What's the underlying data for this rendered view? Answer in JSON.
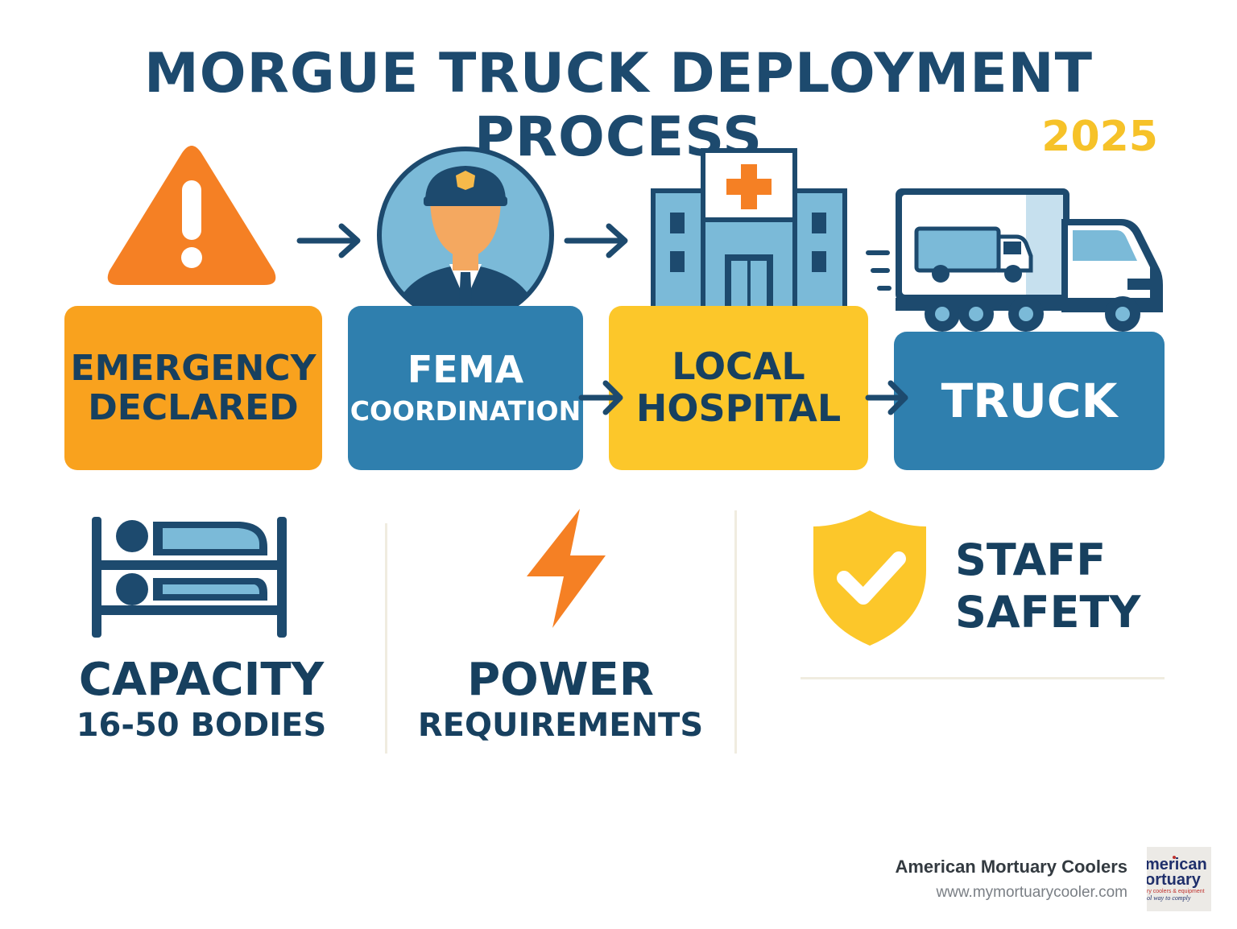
{
  "title": "MORGUE TRUCK DEPLOYMENT PROCESS",
  "year": "2025",
  "steps": [
    {
      "line1": "EMERGENCY",
      "line2": "DECLARED",
      "icon": "warning-icon",
      "color": "#f9a21e"
    },
    {
      "line1": "FEMA",
      "line2": "COORDINATION",
      "icon": "officer-icon",
      "color": "#2f7fae"
    },
    {
      "line1": "LOCAL",
      "line2": "HOSPITAL",
      "icon": "hospital-icon",
      "color": "#fcc72a"
    },
    {
      "line1": "TRUCK",
      "icon": "truck-icon",
      "color": "#2f7fae"
    }
  ],
  "features": [
    {
      "line1": "CAPACITY",
      "line2": "16-50 BODIES",
      "icon": "bunk-bed-icon"
    },
    {
      "line1": "POWER",
      "line2": "REQUIREMENTS",
      "icon": "lightning-icon"
    },
    {
      "line1": "STAFF",
      "line2": "SAFETY",
      "icon": "shield-check-icon"
    }
  ],
  "brand": {
    "name": "American Mortuary Coolers",
    "url": "www.mymortuarycooler.com",
    "logo_lines": [
      "merican",
      "ortuary",
      "ry coolers & equipment",
      "ol way to comply"
    ]
  },
  "colors": {
    "navy": "#1d4a6e",
    "orange": "#f58024",
    "yellow": "#fcc72a",
    "blue": "#2f7fae",
    "light_blue": "#7bbad8"
  }
}
